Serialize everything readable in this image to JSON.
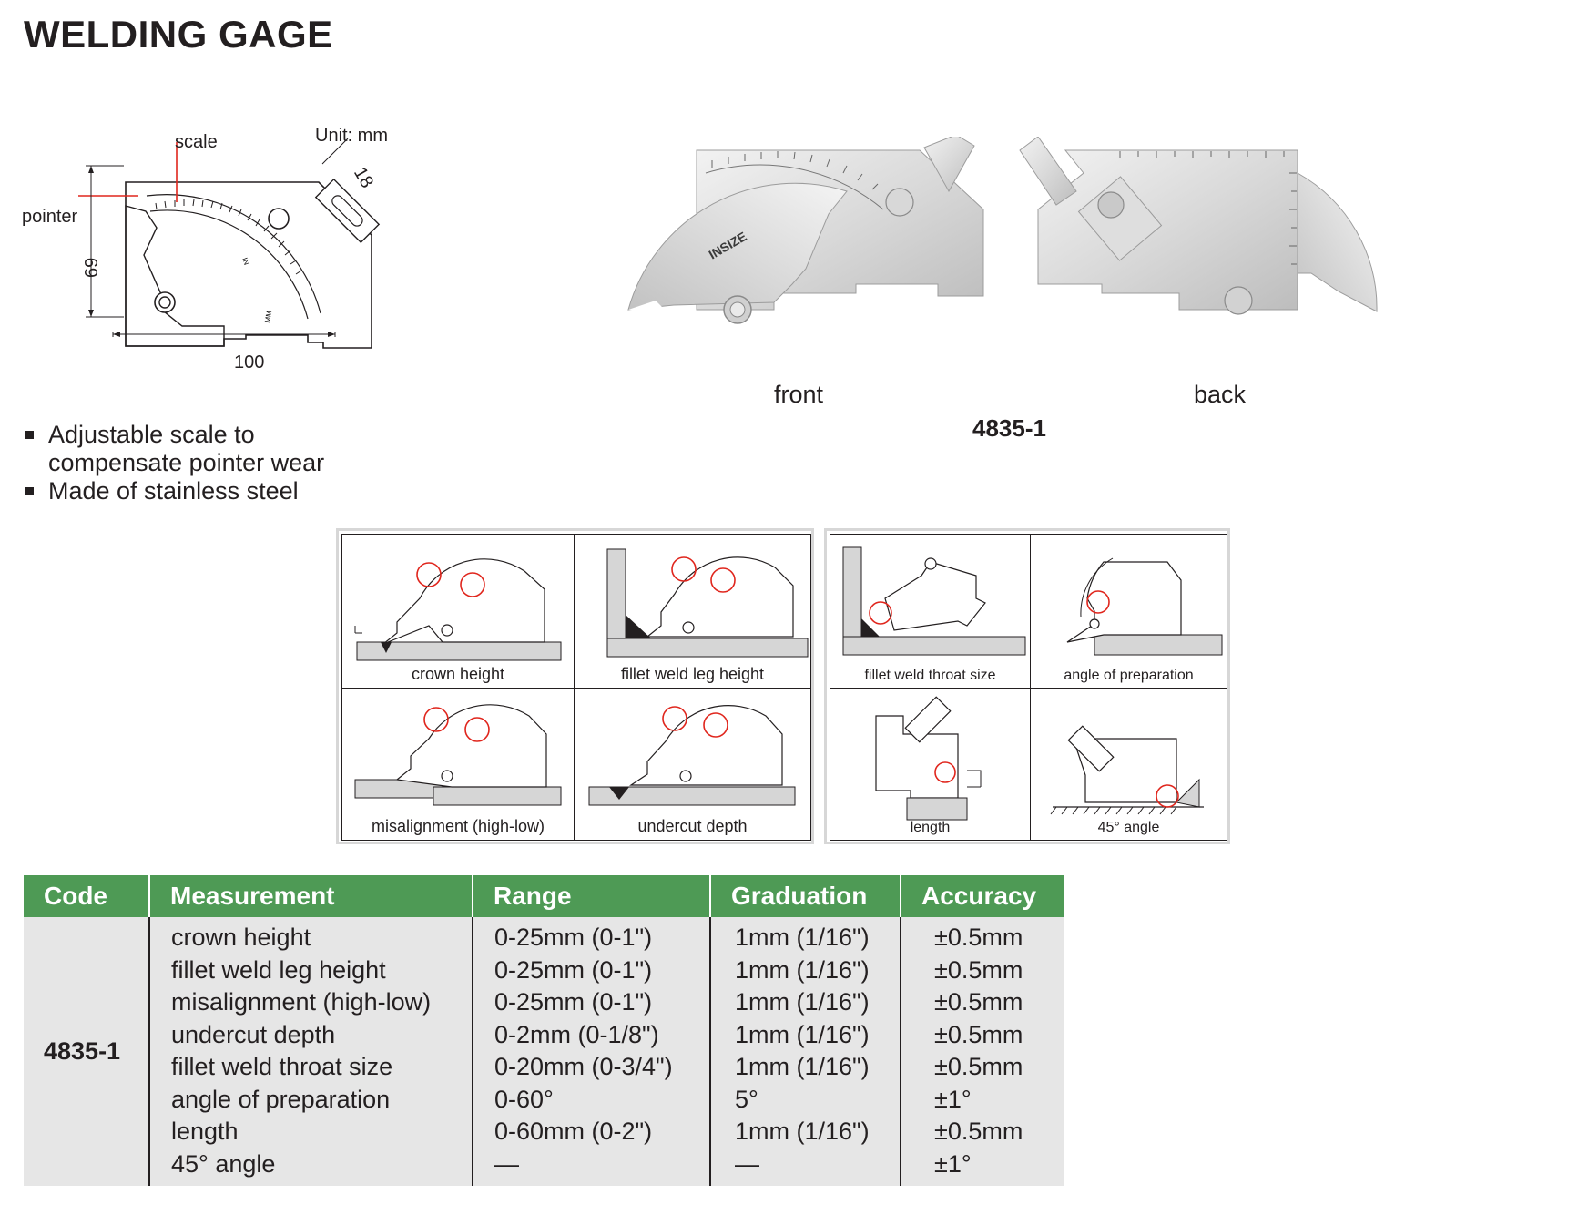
{
  "page": {
    "title": "WELDING GAGE"
  },
  "drawing": {
    "unit": "Unit: mm",
    "label_scale": "scale",
    "label_pointer": "pointer",
    "dim_width": "100",
    "dim_height": "69",
    "dim_window": "18"
  },
  "features": [
    "Adjustable scale to compensate pointer wear",
    "Made of stainless steel"
  ],
  "photos": {
    "front_caption": "front",
    "back_caption": "back",
    "model": "4835-1",
    "brand": "INSIZE"
  },
  "usages": {
    "left": [
      "crown height",
      "fillet weld leg height",
      "misalignment (high-low)",
      "undercut depth"
    ],
    "right": [
      "fillet weld throat size",
      "angle of preparation",
      "length",
      "45° angle"
    ]
  },
  "table": {
    "headers": [
      "Code",
      "Measurement",
      "Range",
      "Graduation",
      "Accuracy"
    ],
    "code": "4835-1",
    "measurement": [
      "crown height",
      "fillet weld leg height",
      "misalignment (high-low)",
      "undercut depth",
      "fillet weld throat size",
      "angle of preparation",
      "length",
      "45° angle"
    ],
    "range": [
      "0-25mm (0-1\")",
      "0-25mm (0-1\")",
      "0-25mm (0-1\")",
      "0-2mm (0-1/8\")",
      "0-20mm (0-3/4\")",
      "0-60°",
      "0-60mm (0-2\")",
      "—"
    ],
    "graduation": [
      "1mm (1/16\")",
      "1mm (1/16\")",
      "1mm (1/16\")",
      "1mm (1/16\")",
      "1mm (1/16\")",
      "5°",
      "1mm (1/16\")",
      "—"
    ],
    "accuracy": [
      "±0.5mm",
      "±0.5mm",
      "±0.5mm",
      "±0.5mm",
      "±0.5mm",
      "±1°",
      "±0.5mm",
      "±1°"
    ]
  },
  "colors": {
    "header_green": "#4e9a55",
    "table_gray": "#e6e6e6",
    "marker_red": "#e0261d"
  }
}
